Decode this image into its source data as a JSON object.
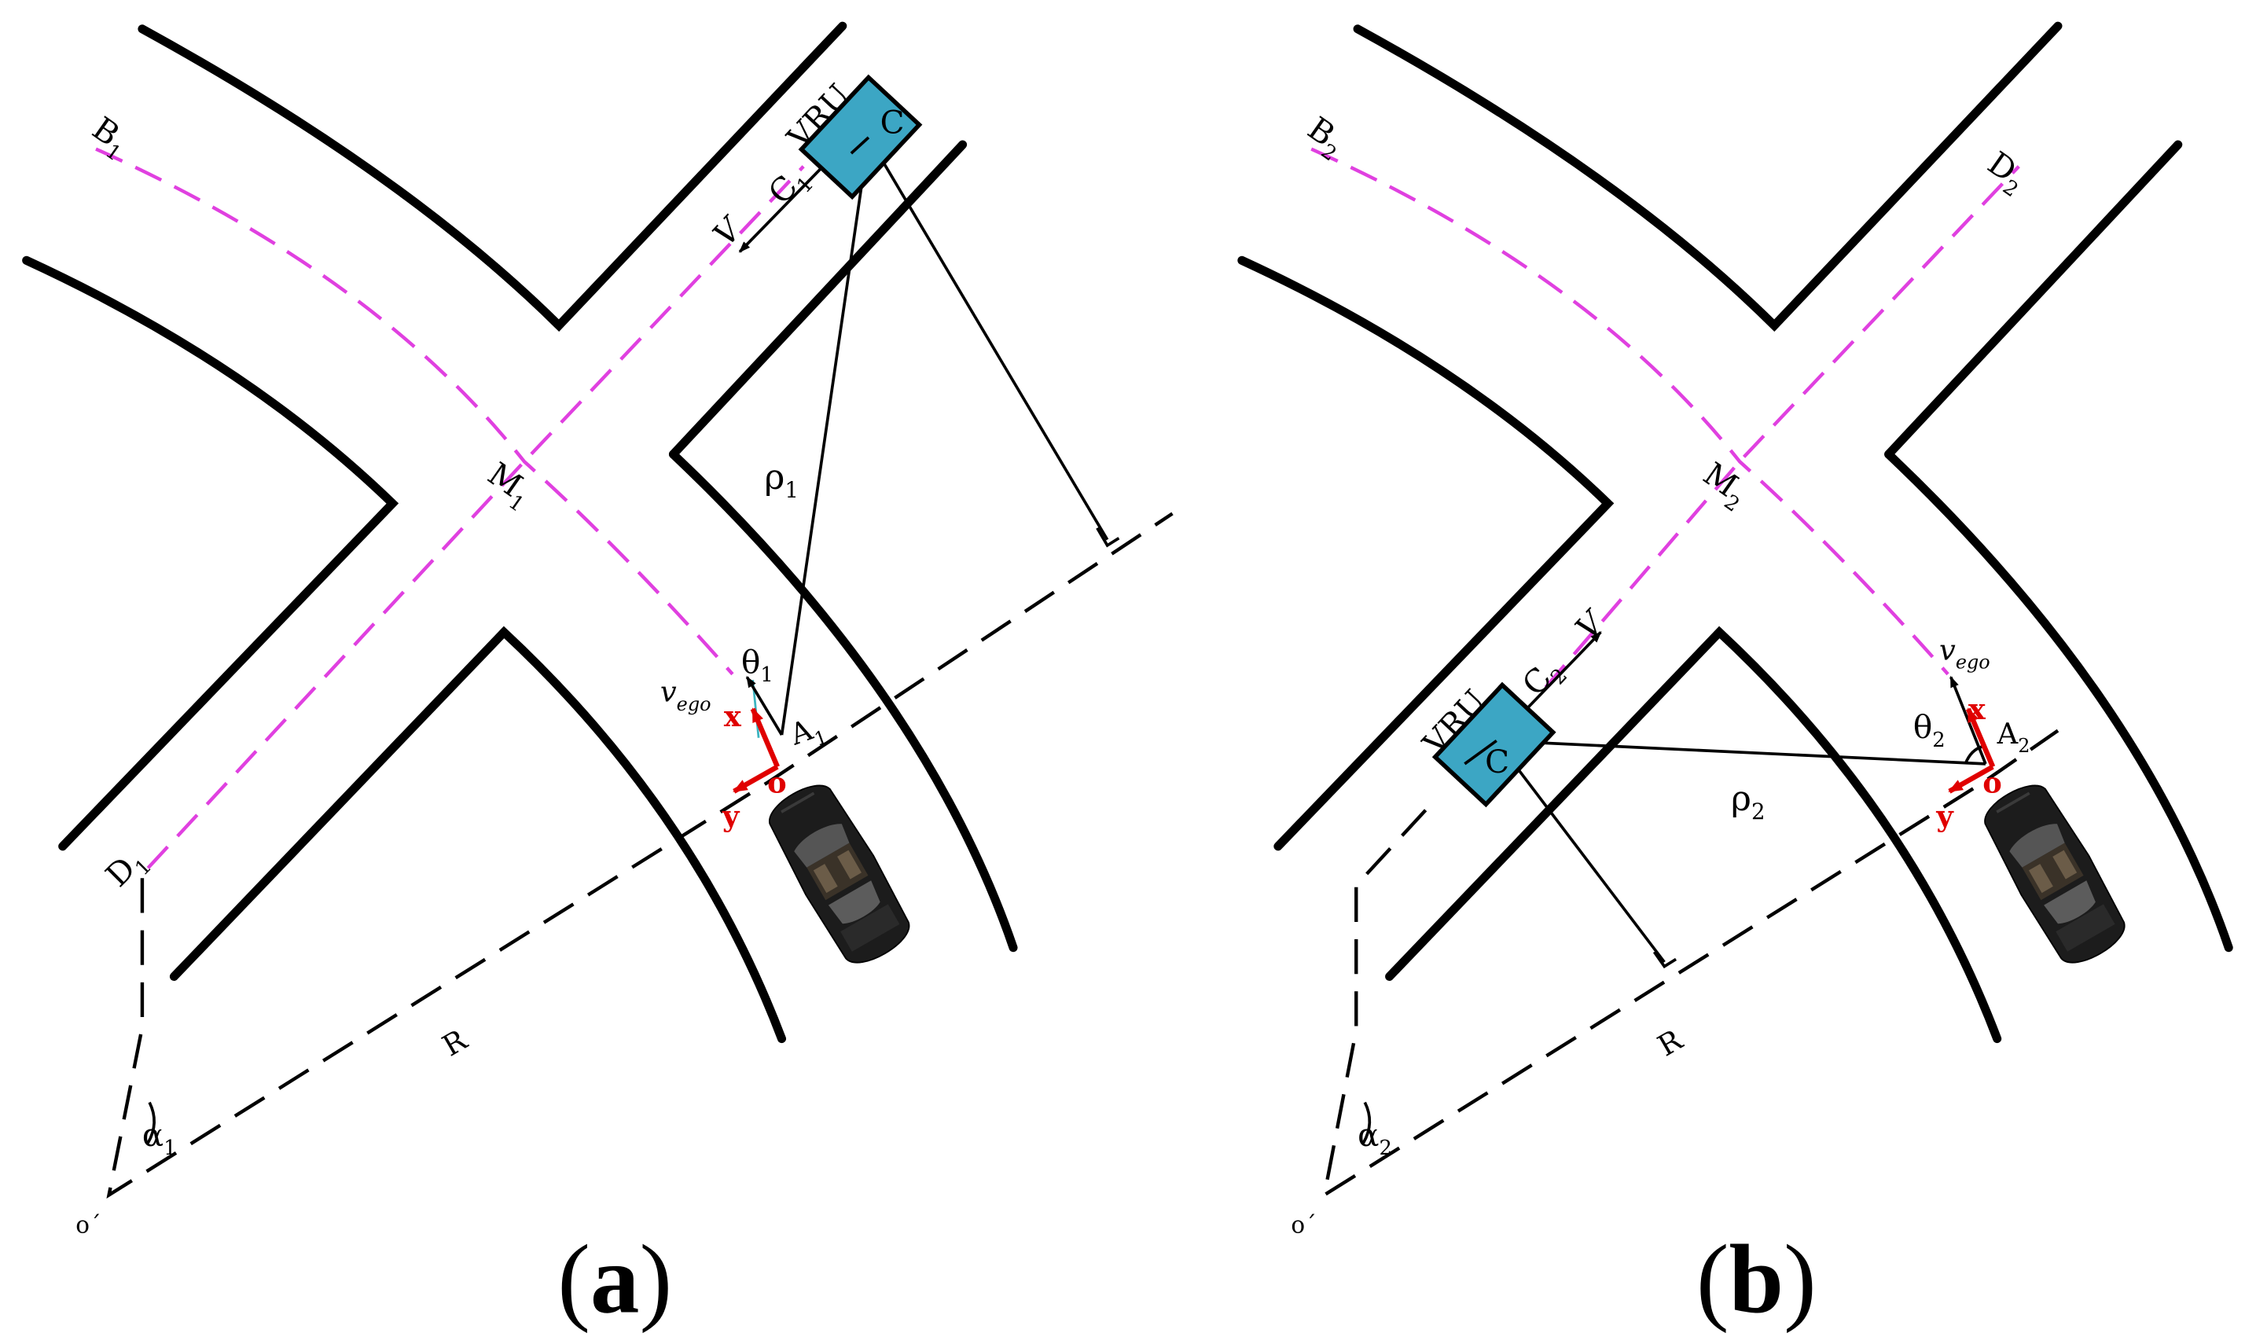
{
  "panels": [
    {
      "caption_open": "(",
      "caption_letter": "a",
      "caption_close": ")",
      "vru": "VRU",
      "c": "C",
      "c_label": "C",
      "c_sub": "1",
      "v": "V",
      "rho": "ρ",
      "rho_sub": "1",
      "theta": "θ",
      "theta_sub": "1",
      "vego": "v",
      "vego_sub": "ego",
      "x": "x",
      "y": "y",
      "o": "o",
      "a": "A",
      "a_sub": "1",
      "b": "B",
      "b_sub": "1",
      "m": "M",
      "m_sub": "1",
      "d": "D",
      "d_sub": "1",
      "r": "R",
      "alpha": "α",
      "alpha_sub": "1",
      "oprime": "o´"
    },
    {
      "caption_open": "(",
      "caption_letter": "b",
      "caption_close": ")",
      "vru": "VRU",
      "c": "C",
      "c_label": "C",
      "c_sub": "2",
      "v": "V",
      "rho": "ρ",
      "rho_sub": "2",
      "theta": "θ",
      "theta_sub": "2",
      "vego": "v",
      "vego_sub": "ego",
      "x": "x",
      "y": "y",
      "o": "o",
      "a": "A",
      "a_sub": "2",
      "b": "B",
      "b_sub": "2",
      "m": "M",
      "m_sub": "2",
      "d": "D",
      "d_sub": "2",
      "r": "R",
      "alpha": "α",
      "alpha_sub": "2",
      "oprime": "o´"
    }
  ],
  "colors": {
    "road": "#000000",
    "vru_fill": "#3ca6c4",
    "lane_centerline": "#e040e0",
    "axes": "#e00000",
    "car": "#1c1c1c"
  }
}
